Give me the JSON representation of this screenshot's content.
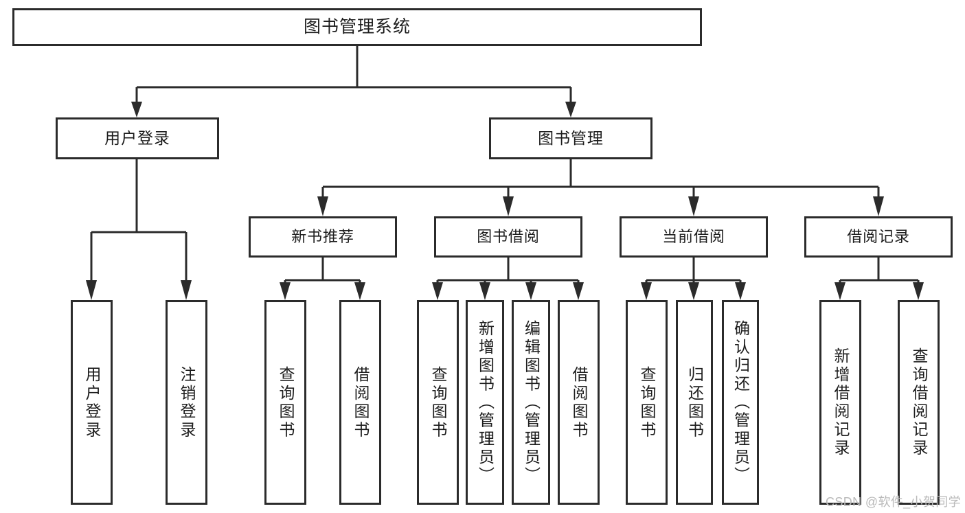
{
  "diagram": {
    "title": "图书管理系统",
    "type": "tree",
    "watermark": "CSDN @软件_小贺同学",
    "colors": {
      "background": "#ffffff",
      "box_border": "#2b2b2b",
      "box_fill": "#ffffff",
      "text": "#1d1d1d",
      "connector": "#2b2b2b",
      "watermark": "#b9b9b9"
    },
    "root": {
      "label": "图书管理系统"
    },
    "level1": [
      {
        "label": "用户登录"
      },
      {
        "label": "图书管理"
      }
    ],
    "level2": [
      {
        "label": "新书推荐"
      },
      {
        "label": "图书借阅"
      },
      {
        "label": "当前借阅"
      },
      {
        "label": "借阅记录"
      }
    ],
    "leaves": {
      "user_login": [
        {
          "label": "用户登录"
        },
        {
          "label": "注销登录"
        }
      ],
      "new_book_recommend": [
        {
          "label": "查询图书"
        },
        {
          "label": "借阅图书"
        }
      ],
      "book_borrow": [
        {
          "label": "查询图书"
        },
        {
          "label": "新增图书（管理员）"
        },
        {
          "label": "编辑图书（管理员）"
        },
        {
          "label": "借阅图书"
        }
      ],
      "current_borrow": [
        {
          "label": "查询图书"
        },
        {
          "label": "归还图书"
        },
        {
          "label": "确认归还（管理员）"
        }
      ],
      "borrow_record": [
        {
          "label": "新增借阅记录"
        },
        {
          "label": "查询借阅记录"
        }
      ]
    }
  }
}
